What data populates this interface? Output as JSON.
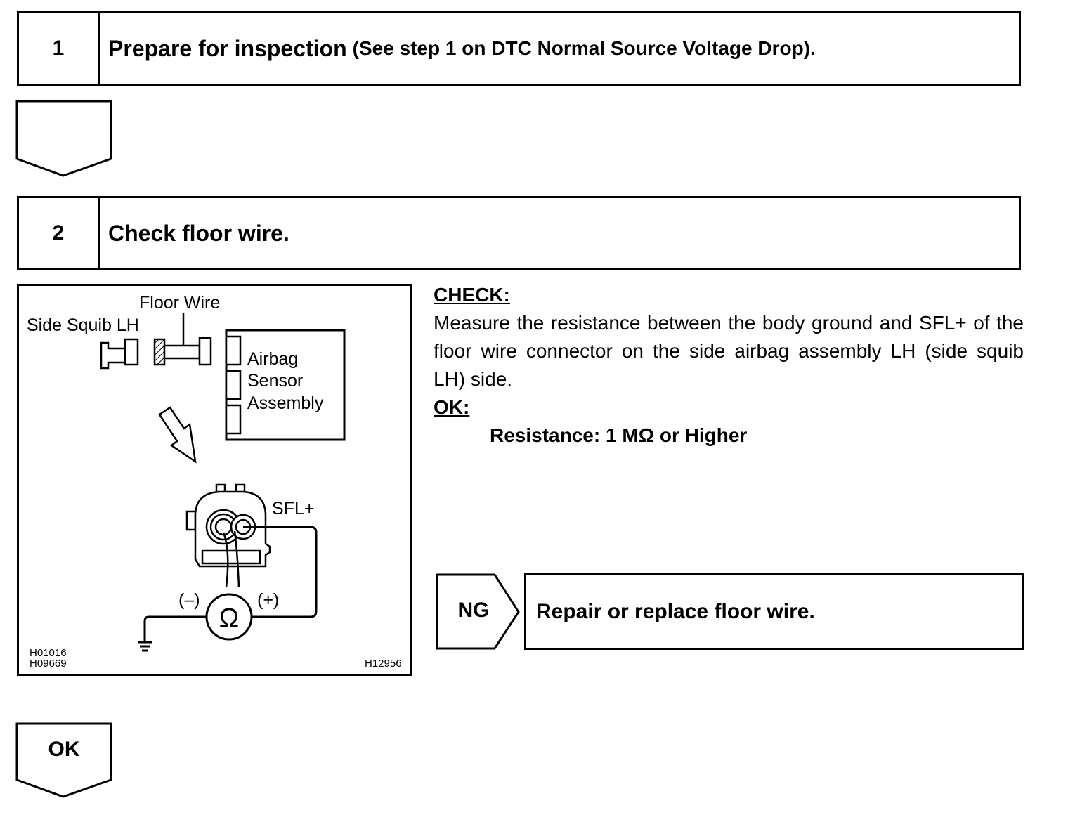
{
  "step1": {
    "number": "1",
    "title": "Prepare for inspection",
    "reference": "(See step 1 on DTC Normal Source Voltage Drop)."
  },
  "step2": {
    "number": "2",
    "title": "Check floor wire."
  },
  "figure": {
    "label_floor_wire": "Floor Wire",
    "label_side_squib": "Side Squib LH",
    "label_airbag_1": "Airbag",
    "label_airbag_2": "Sensor",
    "label_airbag_3": "Assembly",
    "label_terminal": "SFL+",
    "label_neg": "(–)",
    "label_pos": "(+)",
    "ohm_symbol": "Ω",
    "code_1": "H01016",
    "code_2": "H09669",
    "code_3": "H12956"
  },
  "check": {
    "heading": "CHECK:",
    "text": "Measure the resistance between the body ground and SFL+ of the floor wire connector on the side airbag assembly LH (side squib LH) side.",
    "ok_heading": "OK:",
    "spec": "Resistance: 1 MΩ or Higher"
  },
  "ng": {
    "label": "NG",
    "action": "Repair or replace floor wire."
  },
  "ok_label": "OK"
}
